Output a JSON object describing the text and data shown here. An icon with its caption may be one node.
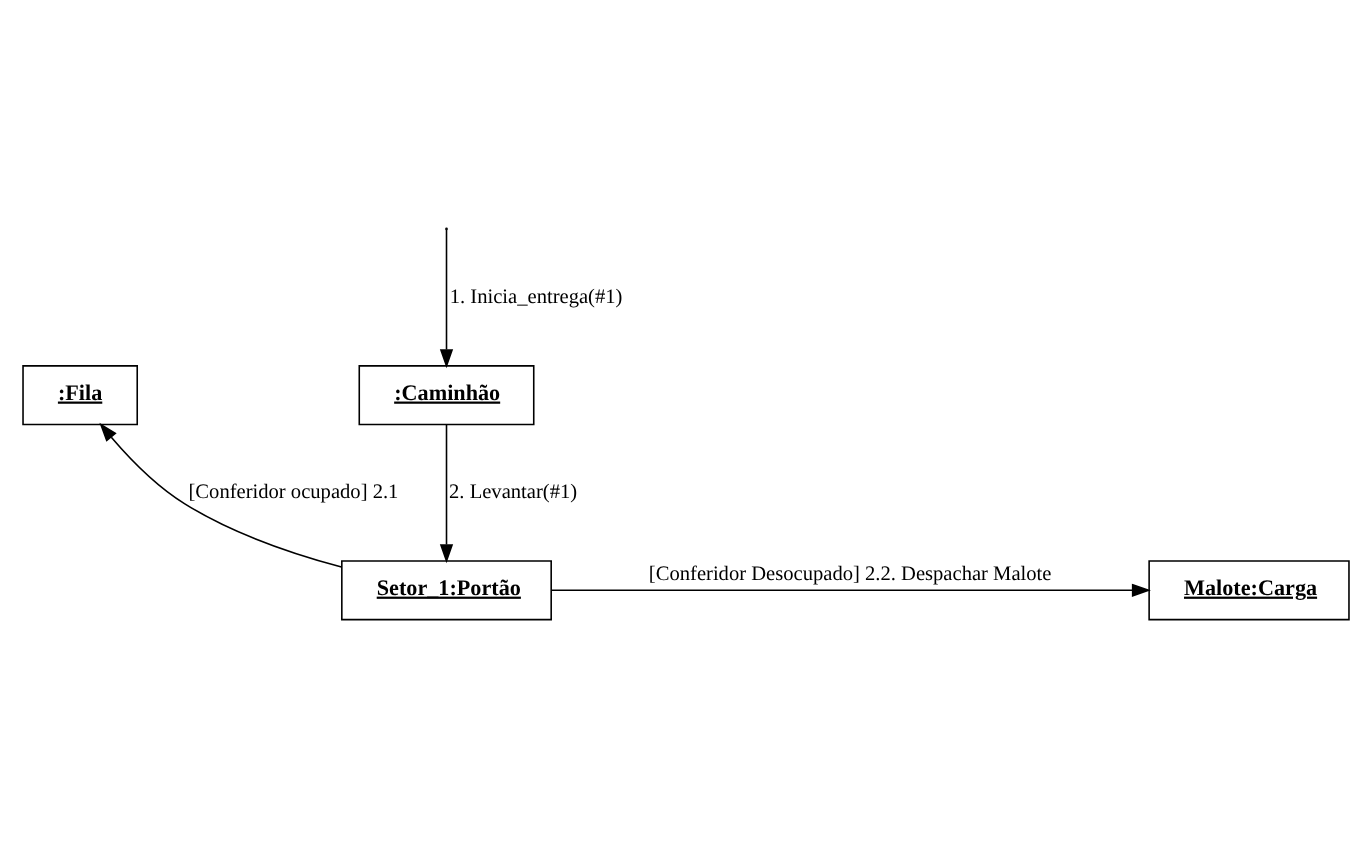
{
  "diagram": {
    "nodes": [
      {
        "text": [
          ":Caminhão"
        ]
      },
      {
        "text": [
          ":Fila"
        ]
      },
      {
        "text": [
          "Setor_1:Portão"
        ]
      },
      {
        "text": [
          "Malote:Carga"
        ]
      }
    ],
    "edges": [
      {
        "from": null,
        "to": 0,
        "arrow": "to",
        "label": "1. Inicia_entrega(#1)"
      },
      {
        "from": 0,
        "to": 2,
        "arrow": "to",
        "label": "2. Levantar(#1)"
      },
      {
        "from": 2,
        "to": 1,
        "arrow": "to",
        "label": "[Conferidor ocupado] 2.1"
      },
      {
        "from": 2,
        "to": 3,
        "arrow": "to",
        "label": "[Conferidor Desocupado] 2.2. Despachar Malote"
      }
    ]
  }
}
